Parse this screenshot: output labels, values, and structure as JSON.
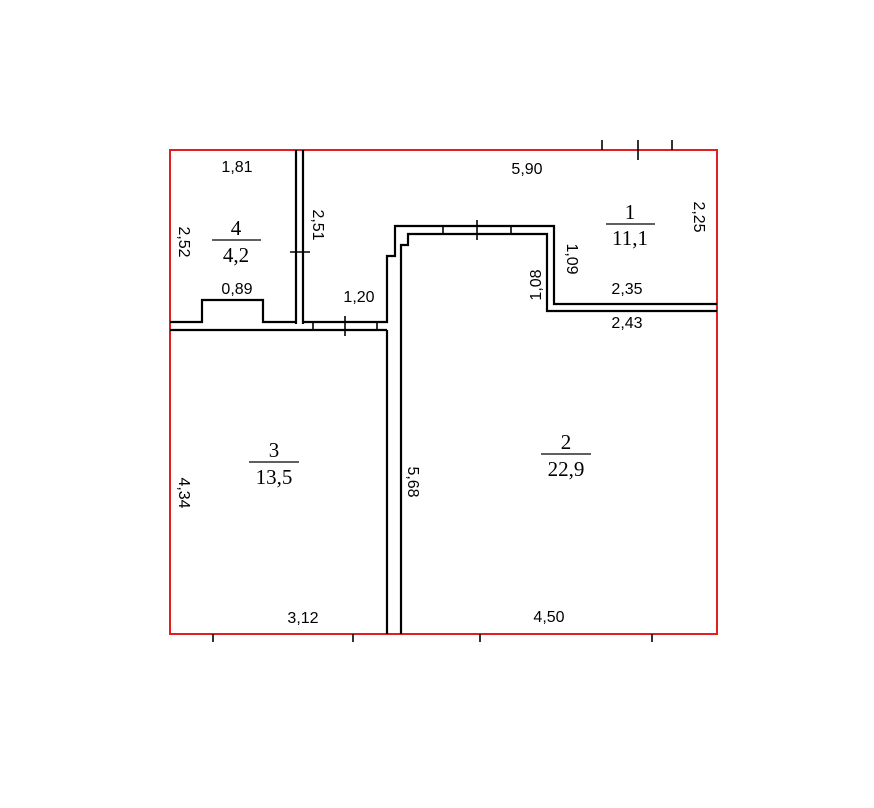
{
  "border_color": "#e41e20",
  "wall_color": "#000000",
  "rooms": [
    {
      "number": "1",
      "area": "11,1"
    },
    {
      "number": "2",
      "area": "22,9"
    },
    {
      "number": "3",
      "area": "13,5"
    },
    {
      "number": "4",
      "area": "4,2"
    }
  ],
  "dimensions": {
    "top_left_width": "1,81",
    "top_width": "5,90",
    "right_top_height": "2,25",
    "room4_height": "2,52",
    "partition_height": "2,51",
    "niche_width": "0,89",
    "corridor_width": "1,20",
    "notch_height_inner": "1,08",
    "notch_height_outer": "1,09",
    "ledge_top": "2,35",
    "ledge_bottom": "2,43",
    "room3_height": "4,34",
    "partition_long": "5,68",
    "room3_width": "3,12",
    "room2_width": "4,50"
  }
}
